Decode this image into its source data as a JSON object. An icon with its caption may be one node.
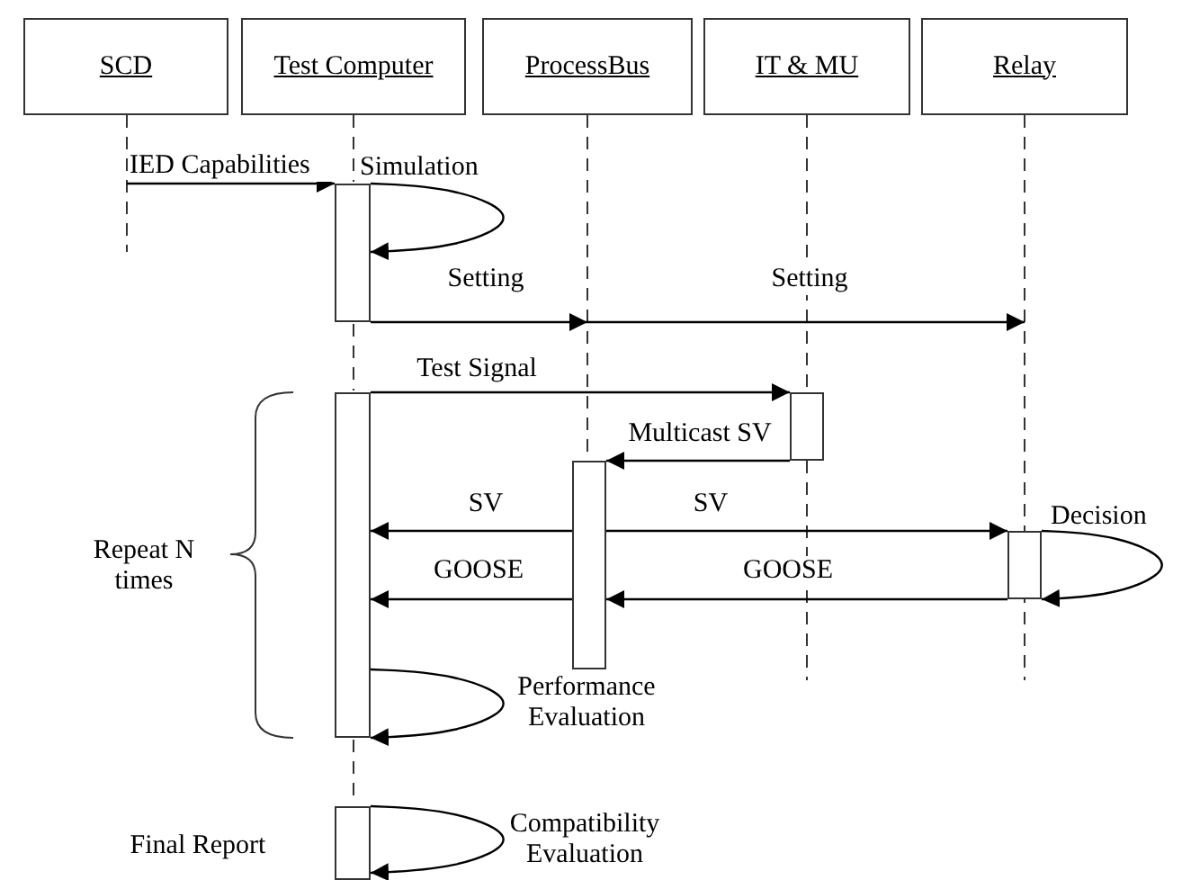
{
  "diagram": {
    "nodes": [
      {
        "text": [
          "SCD"
        ]
      },
      {
        "text": [
          "Test Computer"
        ]
      },
      {
        "text": [
          "ProcessBus"
        ]
      },
      {
        "text": [
          "IT & MU"
        ]
      },
      {
        "text": [
          "Relay"
        ]
      },
      {
        "text": [],
        "shape": "line"
      },
      {
        "text": [],
        "shape": "line"
      },
      {
        "text": [],
        "shape": "line"
      },
      {
        "text": [],
        "shape": "line"
      },
      {
        "text": [],
        "shape": "line"
      },
      {
        "text": [],
        "shape": "bar"
      },
      {
        "text": [],
        "shape": "bar"
      },
      {
        "text": [],
        "shape": "bar"
      },
      {
        "text": [],
        "shape": "bar"
      },
      {
        "text": [],
        "shape": "bar"
      },
      {
        "text": [],
        "shape": "bar"
      },
      {
        "text": [],
        "shape": "line"
      },
      {
        "text": [],
        "shape": "line"
      }
    ],
    "edges": [
      {
        "from": 5,
        "to": 10,
        "arrow": "to",
        "label": "IED Capabilities"
      },
      {
        "from": 10,
        "to": 10,
        "arrow": "to",
        "label": "Simulation"
      },
      {
        "from": 10,
        "to": 7,
        "arrow": "to",
        "label": "Setting"
      },
      {
        "from": 7,
        "to": 9,
        "arrow": "to",
        "label": "Setting"
      },
      {
        "from": 11,
        "to": 14,
        "arrow": "to",
        "label": "Test Signal"
      },
      {
        "from": 14,
        "to": 13,
        "arrow": "to",
        "label": "Multicast SV"
      },
      {
        "from": 13,
        "to": 11,
        "arrow": "to",
        "label": "SV"
      },
      {
        "from": 13,
        "to": 15,
        "arrow": "to",
        "label": "SV"
      },
      {
        "from": 15,
        "to": 15,
        "arrow": "to",
        "label": "Decision"
      },
      {
        "from": 15,
        "to": 13,
        "arrow": "to",
        "label": "GOOSE"
      },
      {
        "from": 13,
        "to": 11,
        "arrow": "to",
        "label": "GOOSE"
      },
      {
        "from": 11,
        "to": 11,
        "arrow": "to",
        "label": "Performance Evaluation"
      },
      {
        "from": 12,
        "to": 12,
        "arrow": "to",
        "label": "Compatibility Evaluation"
      }
    ],
    "labels": [
      "Repeat N times",
      "Final Report"
    ]
  }
}
